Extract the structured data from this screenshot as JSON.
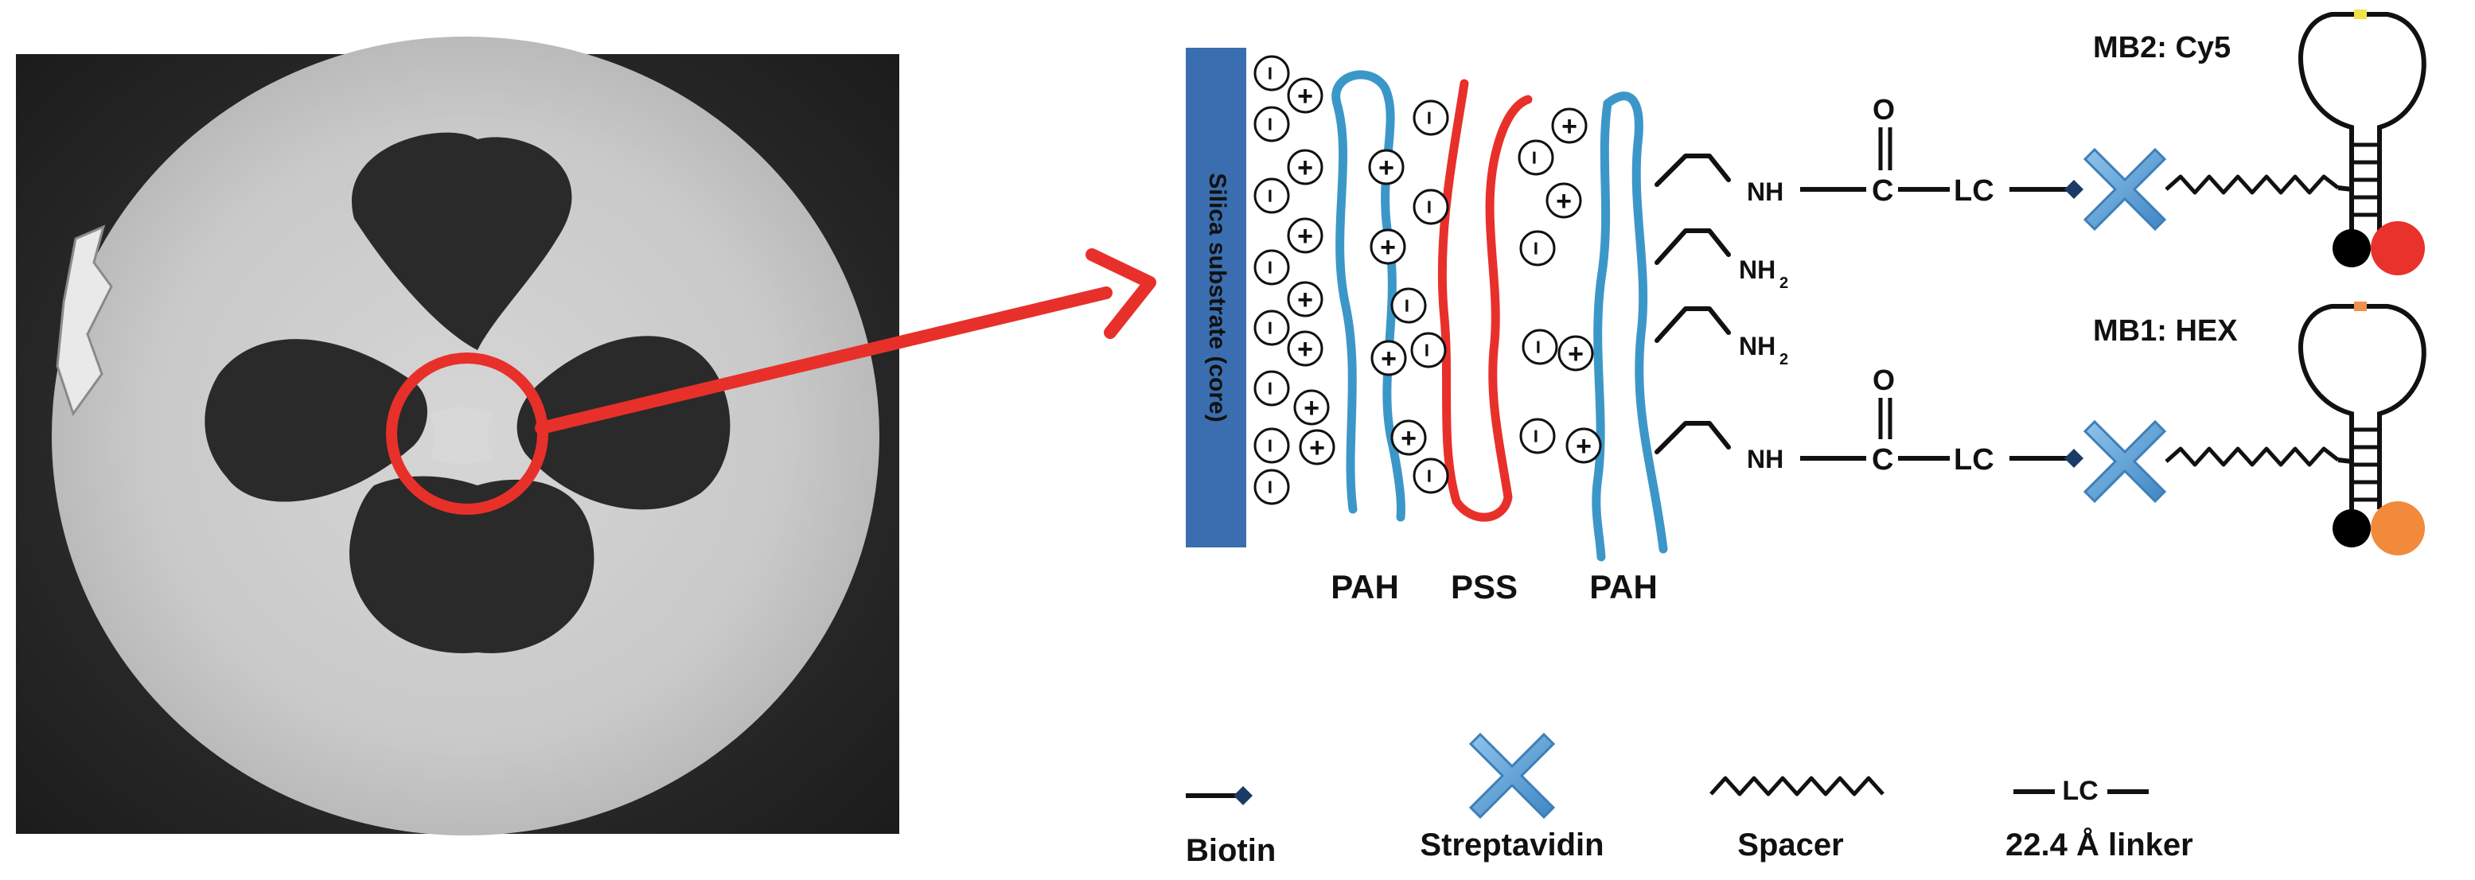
{
  "substrate_label": "Silica substrate (core)",
  "layer_labels": {
    "pah_inner": "PAH",
    "pss": "PSS",
    "pah_outer": "PAH"
  },
  "chem": {
    "nh": "NH",
    "nh2": "NH",
    "subscript_2": "2",
    "carbonyl_c": "C",
    "carbonyl_o": "O",
    "lc": "LC"
  },
  "beacons": {
    "mb2": {
      "label": "MB2: Cy5",
      "fluorophore_color": "#E8322B",
      "tag_color": "#F2E24A"
    },
    "mb1": {
      "label": "MB1: HEX",
      "fluorophore_color": "#F28A3C",
      "tag_color": "#F0904E"
    }
  },
  "charges": {
    "minus": "−",
    "plus": "+"
  },
  "legend": {
    "biotin": "Biotin",
    "streptavidin": "Streptavidin",
    "spacer": "Spacer",
    "linker_symbol": "LC",
    "linker": "22.4 Å linker"
  },
  "colors": {
    "substrate": "#3A6EB0",
    "pah": "#3C97C9",
    "pss": "#E8302A",
    "arrow": "#E8302A",
    "streptavidin": "#5CA2D6",
    "quencher": "#000000"
  }
}
